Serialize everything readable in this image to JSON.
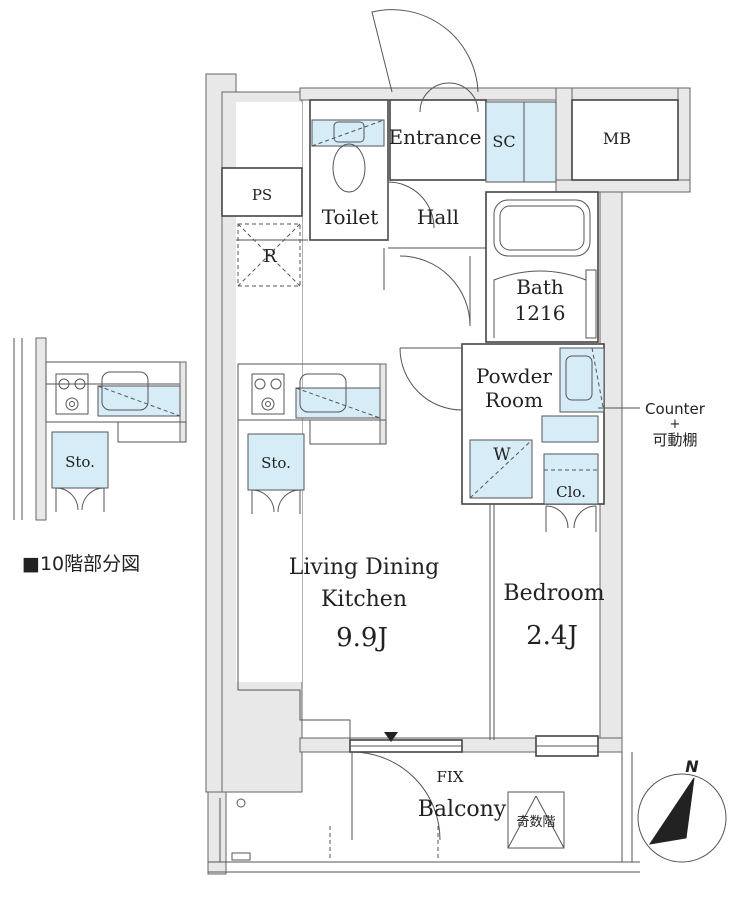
{
  "rooms": {
    "entrance": "Entrance",
    "sc": "SC",
    "mb": "MB",
    "ps": "PS",
    "toilet": "Toilet",
    "hall": "Hall",
    "r": "R",
    "bath_line1": "Bath",
    "bath_line2": "1216",
    "powder_line1": "Powder",
    "powder_line2": "Room",
    "w": "W",
    "clo": "Clo.",
    "sto": "Sto.",
    "ldk_line1": "Living Dining",
    "ldk_line2": "Kitchen",
    "ldk_size": "9.9J",
    "bedroom": "Bedroom",
    "bedroom_size": "2.4J",
    "fix": "FIX",
    "balcony": "Balcony",
    "hinan": "奇数階"
  },
  "annotations": {
    "counter": "Counter",
    "plus": "+",
    "kadoudana": "可動棚"
  },
  "inset": {
    "sto": "Sto.",
    "caption": "■10階部分図"
  },
  "compass": {
    "north": "N"
  },
  "colors": {
    "fixture_blue": "#d6ecf6",
    "wall_gray": "#e8e8e8"
  }
}
